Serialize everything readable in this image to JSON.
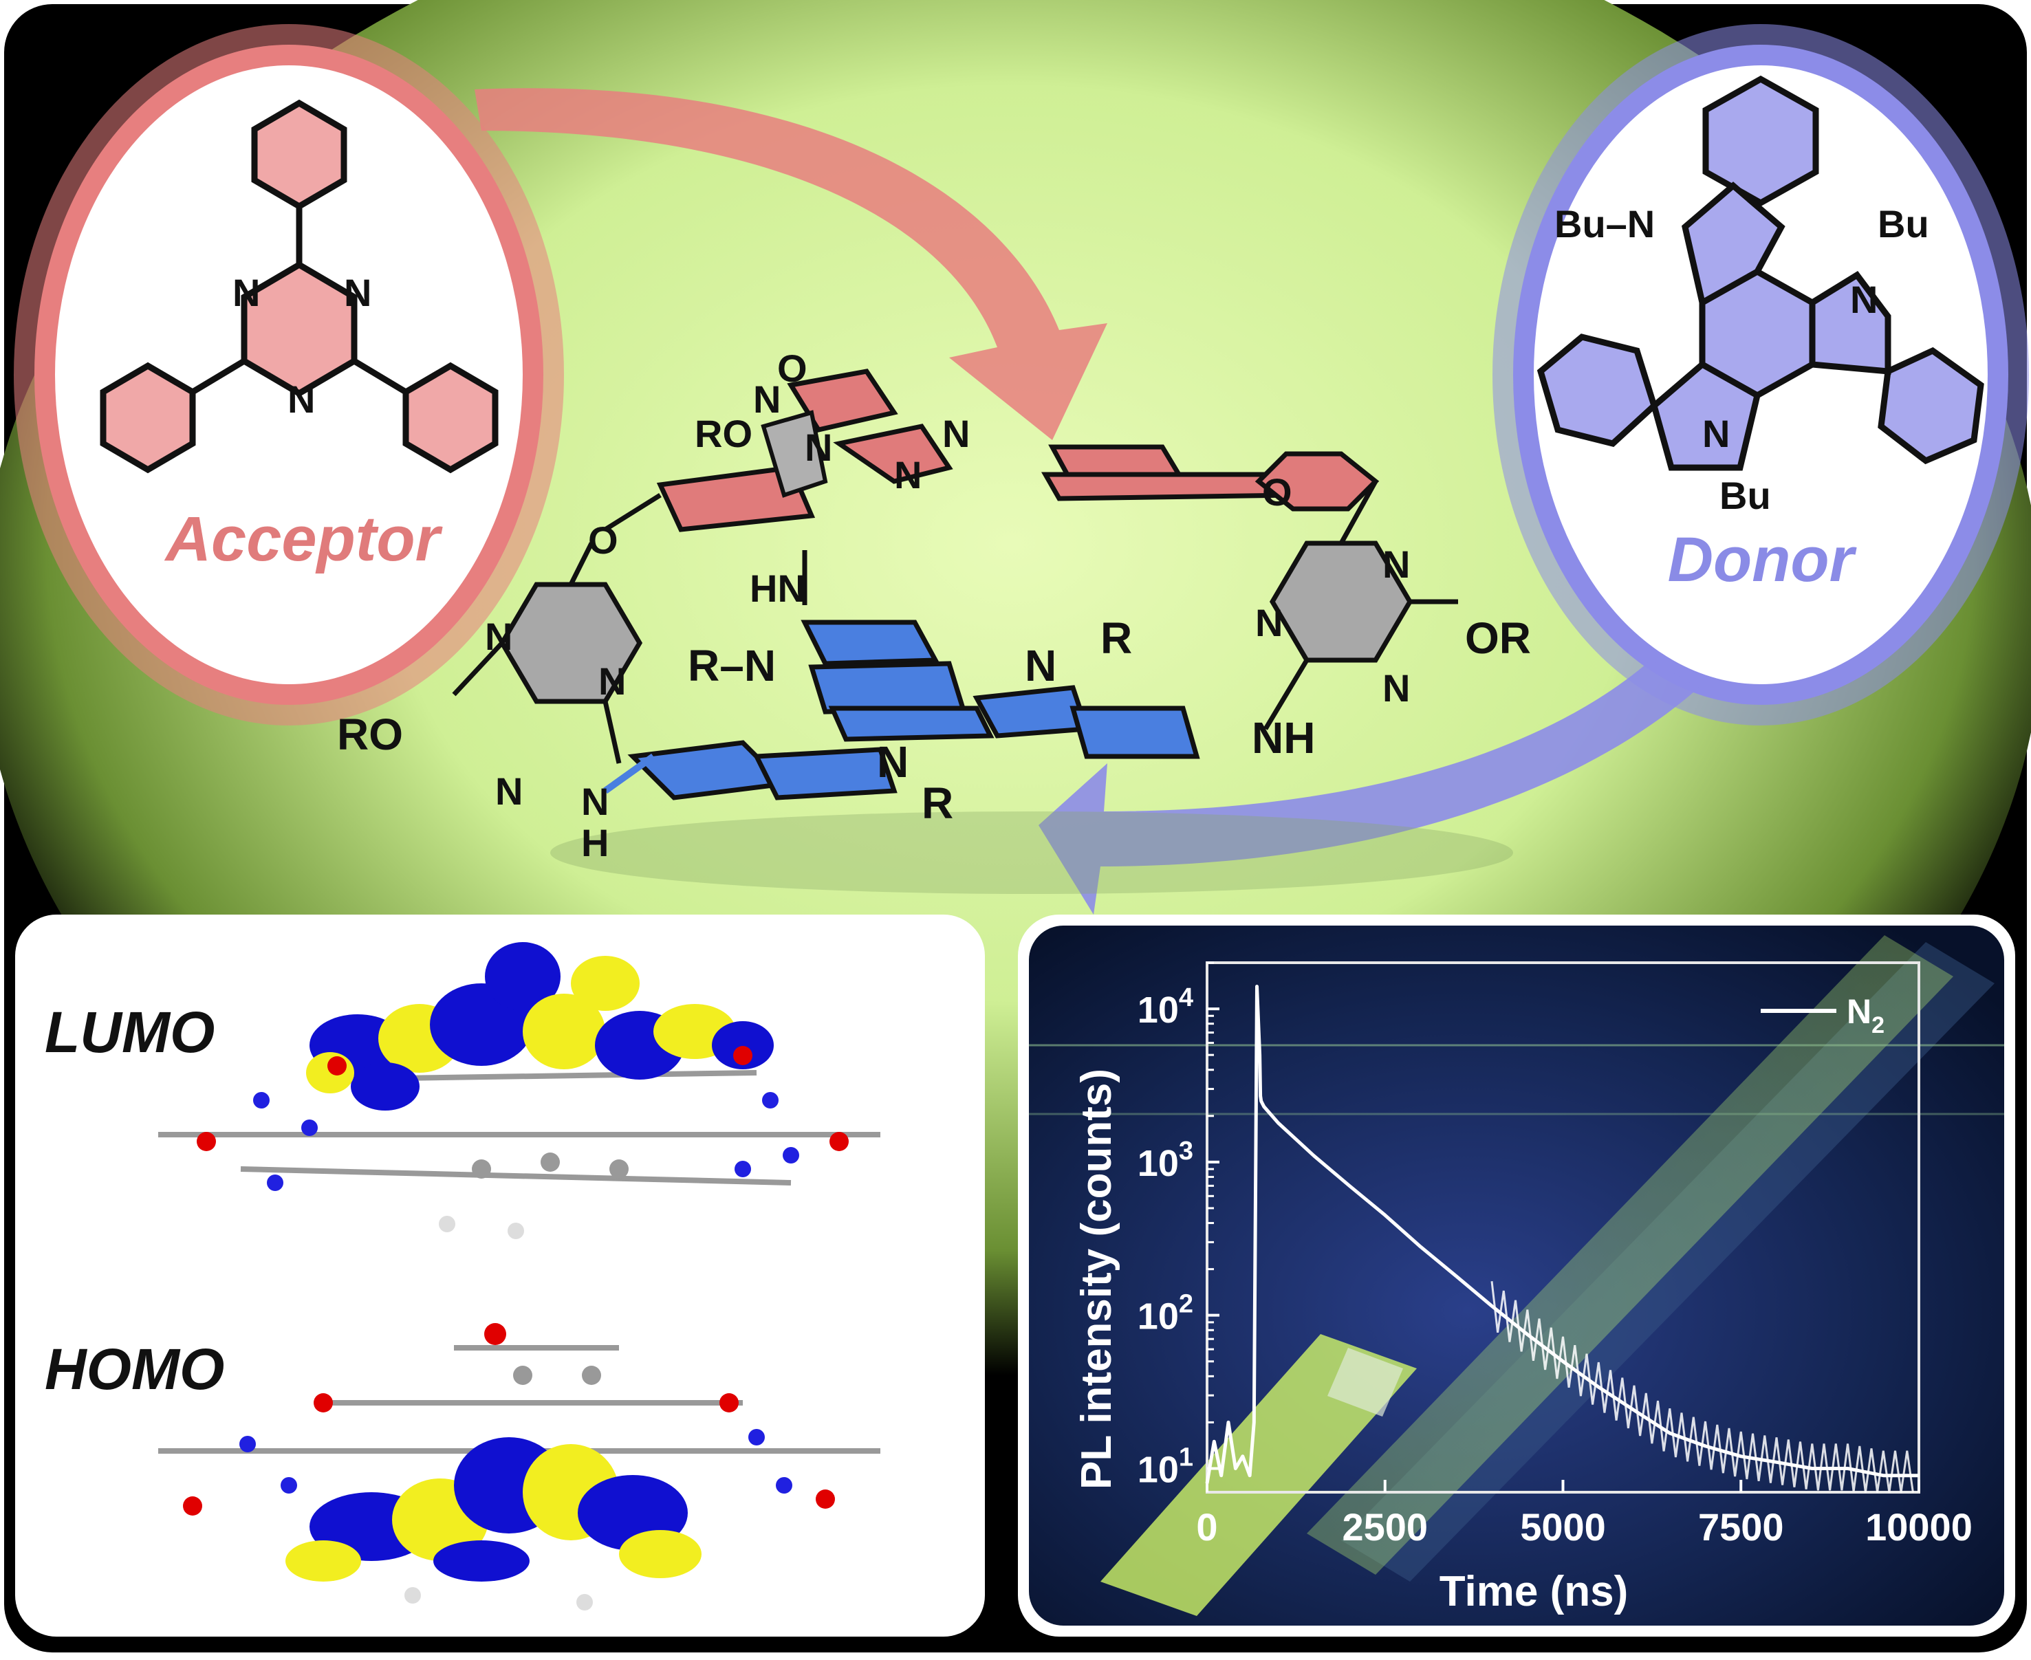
{
  "acceptor": {
    "label": "Acceptor",
    "n1": "N",
    "n2": "N",
    "n3": "N"
  },
  "donor": {
    "label": "Donor",
    "bu_n_left": "Bu–N",
    "n_bu_right": "N",
    "bu_right": "Bu",
    "n_bottom": "N",
    "bu_bottom": "Bu"
  },
  "macrocycle": {
    "o_top_left": "O",
    "n_top_small": "N",
    "ro_upper": "RO",
    "n_upper_1": "N",
    "n_upper_2": "N",
    "n_upper_3": "N",
    "o_left": "O",
    "o_right": "O",
    "hn_mid": "HN",
    "triazine_left_n1": "N",
    "triazine_left_n2": "N",
    "triazine_left_n3": "N",
    "ro_left": "RO",
    "nh_left_n": "N",
    "nh_left_h": "H",
    "r_n_left": "R–N",
    "n_right": "N",
    "r_right": "R",
    "n_bottom": "N",
    "r_bottom": "R",
    "triazine_right_n1": "N",
    "triazine_right_n2": "N",
    "triazine_right_n3": "N",
    "or_right": "OR",
    "nh_right": "NH"
  },
  "orbitals": {
    "lumo_label": "LUMO",
    "homo_label": "HOMO"
  },
  "chart_data": {
    "type": "line",
    "xlabel": "Time (ns)",
    "ylabel": "PL intensity (counts)",
    "yscale": "log",
    "xlim": [
      0,
      10000
    ],
    "ylim": [
      7,
      20000
    ],
    "xticks": [
      "0",
      "2500",
      "5000",
      "7500",
      "10000"
    ],
    "yticks": [
      {
        "base": "10",
        "exp": "1"
      },
      {
        "base": "10",
        "exp": "2"
      },
      {
        "base": "10",
        "exp": "3"
      },
      {
        "base": "10",
        "exp": "4"
      }
    ],
    "legend": {
      "position": "top-right",
      "entry": "N",
      "subscript": "2"
    },
    "series": [
      {
        "name": "N2",
        "x": [
          0,
          100,
          200,
          300,
          400,
          500,
          600,
          660,
          700,
          740,
          750,
          760,
          780,
          800,
          1000,
          1500,
          2000,
          2500,
          3000,
          3500,
          4000,
          4500,
          5000,
          5500,
          6000,
          6500,
          7000,
          7500,
          8000,
          8500,
          9000,
          9500,
          10000
        ],
        "y": [
          8,
          15,
          9,
          20,
          10,
          12,
          9,
          20,
          14000,
          5000,
          2700,
          2500,
          2400,
          2300,
          1800,
          1100,
          700,
          450,
          280,
          180,
          115,
          75,
          50,
          34,
          24,
          17,
          14,
          12,
          11,
          10,
          10,
          9,
          9
        ]
      }
    ]
  },
  "colors": {
    "acceptor": "#e07b7b",
    "donor": "#8a8be6",
    "glow": "#d9f5a0",
    "frame": "#000000",
    "orbital_blue": "#1010d0",
    "orbital_yellow": "#f2ee20",
    "triazine_gray": "#a8a8a8",
    "plot_line": "#ffffff"
  }
}
